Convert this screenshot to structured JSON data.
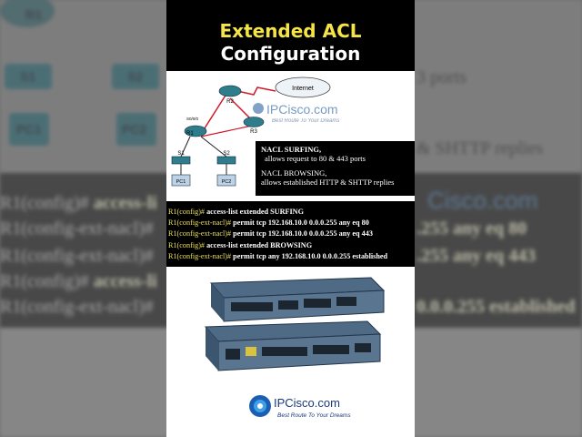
{
  "title": {
    "line1": "Extended ACL",
    "line2": "Configuration"
  },
  "topology": {
    "routers": [
      "R1",
      "R2",
      "R3"
    ],
    "switches": [
      "S1",
      "S2"
    ],
    "pcs": [
      "PC1",
      "PC2"
    ],
    "cloud": "Internet",
    "interface": "S0/0/0"
  },
  "acl_note": [
    {
      "name": "NACL SURFING,",
      "desc": "allows request to 80 & 443 ports"
    },
    {
      "name": "NACL BROWSING,",
      "desc": "allows established HTTP & SHTTP replies"
    }
  ],
  "config_lines": [
    {
      "prompt": "R1(config)#",
      "cmd": "access-list extended SURFING"
    },
    {
      "prompt": "R1(config-ext-nacl)#",
      "cmd": "permit tcp 192.168.10.0 0.0.0.255 any eq 80"
    },
    {
      "prompt": "R1(config-ext-nacl)#",
      "cmd": "permit tcp 192.168.10.0 0.0.0.255 any eq 443"
    },
    {
      "prompt": "R1(config)#",
      "cmd": "access-list extended BROWSING"
    },
    {
      "prompt": "R1(config-ext-nacl)#",
      "cmd": "permit tcp any 192.168.10.0 0.0.0.255 established"
    }
  ],
  "watermark": {
    "name": "IPCisco.com",
    "tagline": "Best Route To Your Dreams"
  },
  "brand": {
    "name": "IPCisco.com",
    "tagline": "Best Route To Your Dreams"
  },
  "background": {
    "left_labels": [
      "R1",
      "S1",
      "PC1"
    ],
    "mid_labels": [
      "S2",
      "PC2"
    ],
    "right_snippets": [
      "3 ports",
      "& SHTTP replies"
    ],
    "code_left": [
      {
        "prompt": "R1(config)#",
        "cmd": "access-li"
      },
      {
        "prompt": "R1(config-ext-nacl)#",
        "cmd": ""
      },
      {
        "prompt": "R1(config-ext-nacl)#",
        "cmd": ""
      },
      {
        "prompt": "R1(config)#",
        "cmd": "access-li"
      },
      {
        "prompt": "R1(config-ext-nacl)#",
        "cmd": ""
      }
    ],
    "code_right": [
      ".255 any eq 80",
      ".255 any eq 443",
      "0.0.0.255 established"
    ],
    "watermark_right": "Cisco.com"
  },
  "colors": {
    "title_yellow": "#f4e44a",
    "prompt_yellow": "#e8e060",
    "brand_blue": "#1a3a7a",
    "link_red": "#d01a2a"
  }
}
